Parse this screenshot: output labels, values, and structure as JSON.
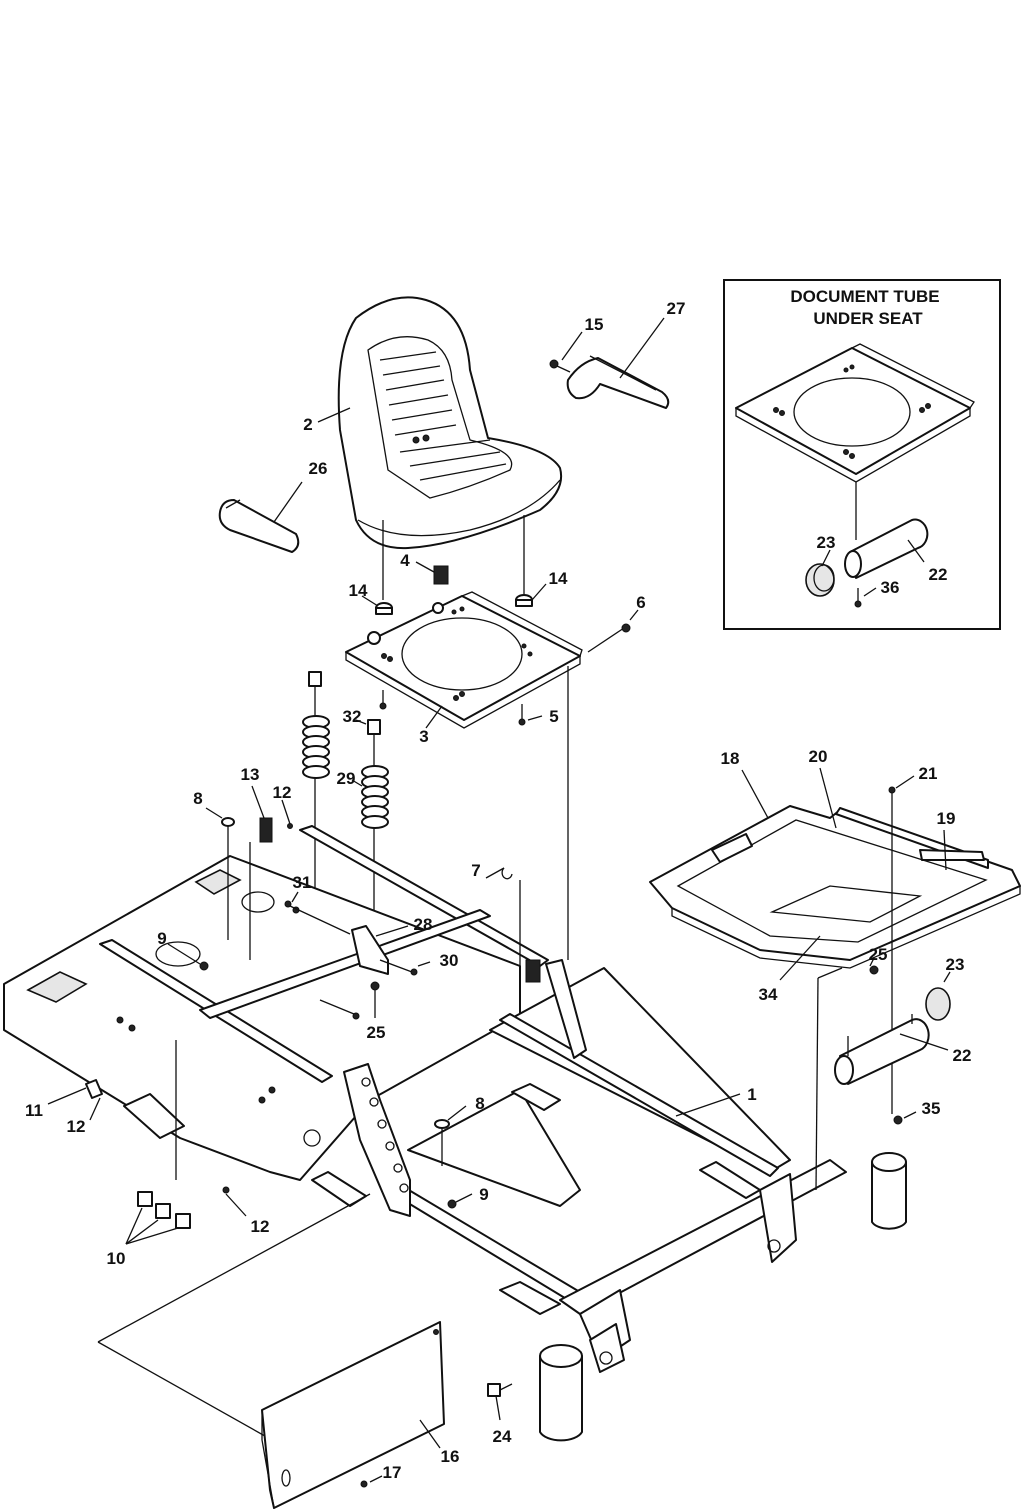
{
  "inset": {
    "title_line1": "DOCUMENT TUBE",
    "title_line2": "UNDER SEAT"
  },
  "callouts": {
    "c1": "1",
    "c2": "2",
    "c3": "3",
    "c4": "4",
    "c5": "5",
    "c6": "6",
    "c7": "7",
    "c8a": "8",
    "c8b": "8",
    "c9a": "9",
    "c9b": "9",
    "c10": "10",
    "c11": "11",
    "c12a": "12",
    "c12b": "12",
    "c12c": "12",
    "c13": "13",
    "c14a": "14",
    "c14b": "14",
    "c15": "15",
    "c16": "16",
    "c17": "17",
    "c18": "18",
    "c19": "19",
    "c20": "20",
    "c21": "21",
    "c22a": "22",
    "c22b": "22",
    "c23a": "23",
    "c23b": "23",
    "c24": "24",
    "c25a": "25",
    "c25b": "25",
    "c26": "26",
    "c27": "27",
    "c28": "28",
    "c29": "29",
    "c30": "30",
    "c31": "31",
    "c32": "32",
    "c34": "34",
    "c35": "35",
    "c36": "36"
  }
}
